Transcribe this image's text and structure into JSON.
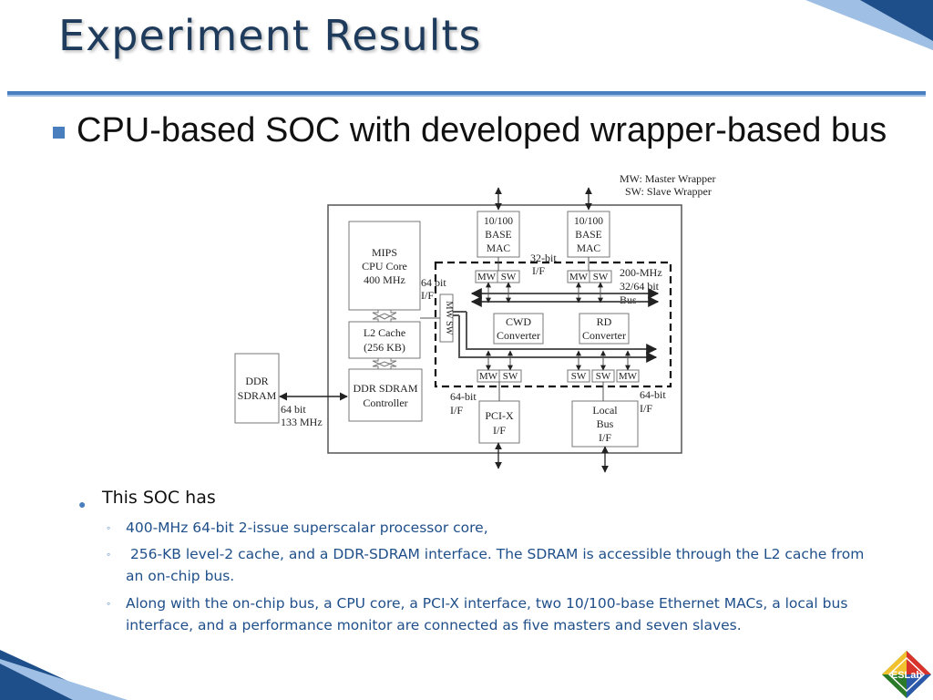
{
  "slide": {
    "title": "Experiment Results",
    "bullet_main": "CPU-based SOC with developed wrapper-based bus",
    "bullet_secondary": "This SOC has",
    "sub_bullets": [
      "400-MHz 64-bit 2-issue superscalar processor core,",
      " 256-KB level-2 cache, and a DDR-SDRAM interface. The SDRAM is accessible through the L2 cache from an on-chip bus.",
      "Along with the on-chip bus, a CPU core, a PCI-X interface, two 10/100-base Ethernet MACs, a local bus interface, and a performance monitor are connected as five masters and seven slaves."
    ],
    "logo_text": "ESLab",
    "accent_color": "#4a7fbf",
    "title_color": "#1f3b5c"
  },
  "diagram": {
    "legend_mw": "MW: Master Wrapper",
    "legend_sw": "SW: Slave Wrapper",
    "mips_line1": "MIPS",
    "mips_line2": "CPU Core",
    "mips_line3": "400 MHz",
    "l2_line1": "L2 Cache",
    "l2_line2": "(256 KB)",
    "ddrctl_line1": "DDR SDRAM",
    "ddrctl_line2": "Controller",
    "ddr_line1": "DDR",
    "ddr_line2": "SDRAM",
    "ddr_if_line1": "64 bit",
    "ddr_if_line2": "133 MHz",
    "mac_line1": "10/100",
    "mac_line2": "BASE",
    "mac_line3": "MAC",
    "if32_line1": "32-bit",
    "if32_line2": "I/F",
    "cpu_if_line1": "64  bit",
    "cpu_if_line2": "I/F",
    "mw": "MW",
    "sw": "SW",
    "mwsw_vertical": "MW SW",
    "bus_line1": "200-MHz",
    "bus_line2": "32/64 bit",
    "bus_line3": "Bus",
    "cwd_line1": "CWD",
    "cwd_line2": "Converter",
    "rd_line1": "RD",
    "rd_line2": "Converter",
    "if64_line1": "64-bit",
    "if64_line2": "I/F",
    "pcix_line1": "PCI-X",
    "pcix_line2": "I/F",
    "local_line1": "Local",
    "local_line2": "Bus",
    "local_line3": "I/F"
  }
}
